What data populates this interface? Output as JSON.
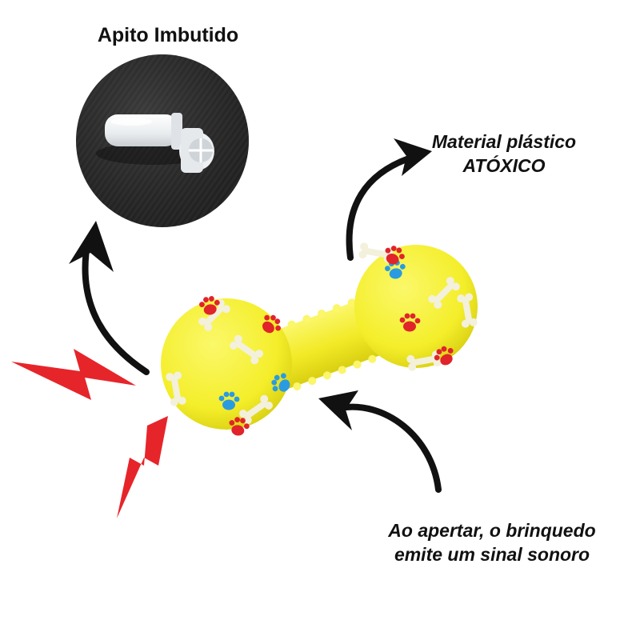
{
  "callouts": {
    "whistle_title": "Apito Imbutido",
    "material_line1": "Material plástico",
    "material_line2": "ATÓXICO",
    "sound_line1": "Ao apertar, o brinquedo",
    "sound_line2": "emite um sinal sonoro"
  },
  "colors": {
    "toy_yellow": "#f4ee2a",
    "toy_shadow": "#d8cf12",
    "bone_white": "#f3f0dc",
    "paw_red": "#e0242a",
    "paw_blue": "#2a9be0",
    "lightning_red": "#e6252b",
    "arrow_black": "#111111",
    "fabric_dark": "#2a2a2a"
  },
  "icons": [
    "whistle-icon",
    "lightning-icon",
    "arrow-icon",
    "bone-icon",
    "paw-icon"
  ]
}
